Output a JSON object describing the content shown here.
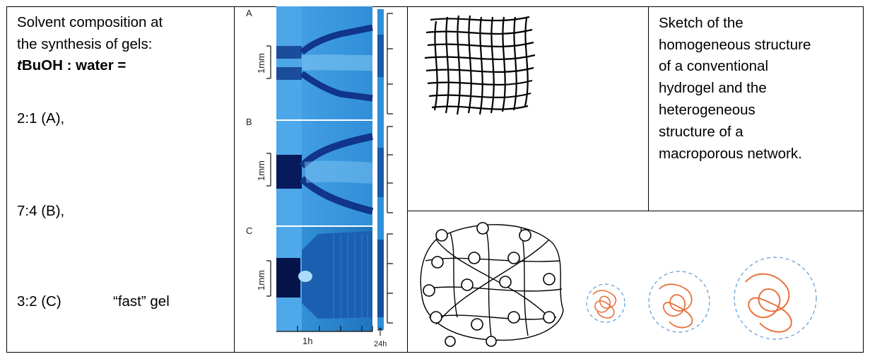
{
  "left_cell": {
    "line1": "Solvent composition at",
    "line2": "the synthesis of gels:",
    "ratio_prefix_italic": "t",
    "ratio_rest": "BuOH : water =",
    "item_a": "2:1 (A),",
    "item_b": "7:4 (B),",
    "item_c": "3:2 (C)",
    "item_c_note": "“fast” gel"
  },
  "figure": {
    "panel_labels": [
      "A",
      "B",
      "C"
    ],
    "scale_label": "1mm",
    "time_label": "1h",
    "end_time_label": "24h"
  },
  "right_cell": {
    "lines": [
      "Sketch of the",
      "homogeneous structure",
      "of a conventional",
      "hydrogel and the",
      "heterogeneous",
      "structure of a",
      "macroporous network."
    ]
  },
  "colors": {
    "border": "#000000",
    "chart_blue": "#2f8fd8",
    "light_blue": "#5ab0ea",
    "dark_blue": "#0a1e6e",
    "coil_orange": "#e8713c",
    "dashed_circle": "#5b9bd5"
  }
}
